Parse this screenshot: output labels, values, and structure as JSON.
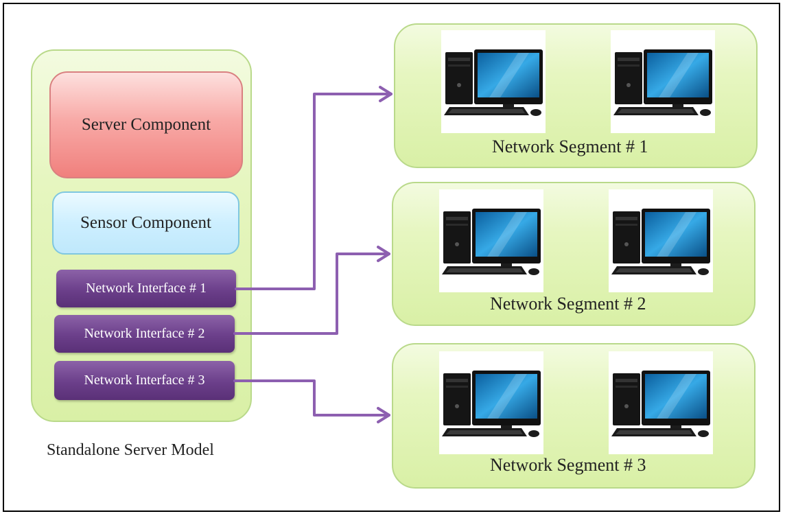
{
  "diagram": {
    "server_model": {
      "caption": "Standalone Server Model",
      "server_component": "Server Component",
      "sensor_component": "Sensor Component",
      "interfaces": [
        "Network Interface # 1",
        "Network Interface # 2",
        "Network Interface # 3"
      ]
    },
    "segments": [
      "Network Segment # 1",
      "Network Segment # 2",
      "Network Segment # 3"
    ],
    "colors": {
      "connector": "#8d5fb0",
      "interface": "#6b3f8a",
      "server": "#f0807d",
      "sensor": "#bfe8fb",
      "container": "#d9f0a6"
    },
    "icons": [
      "desktop-computer-icon"
    ]
  }
}
